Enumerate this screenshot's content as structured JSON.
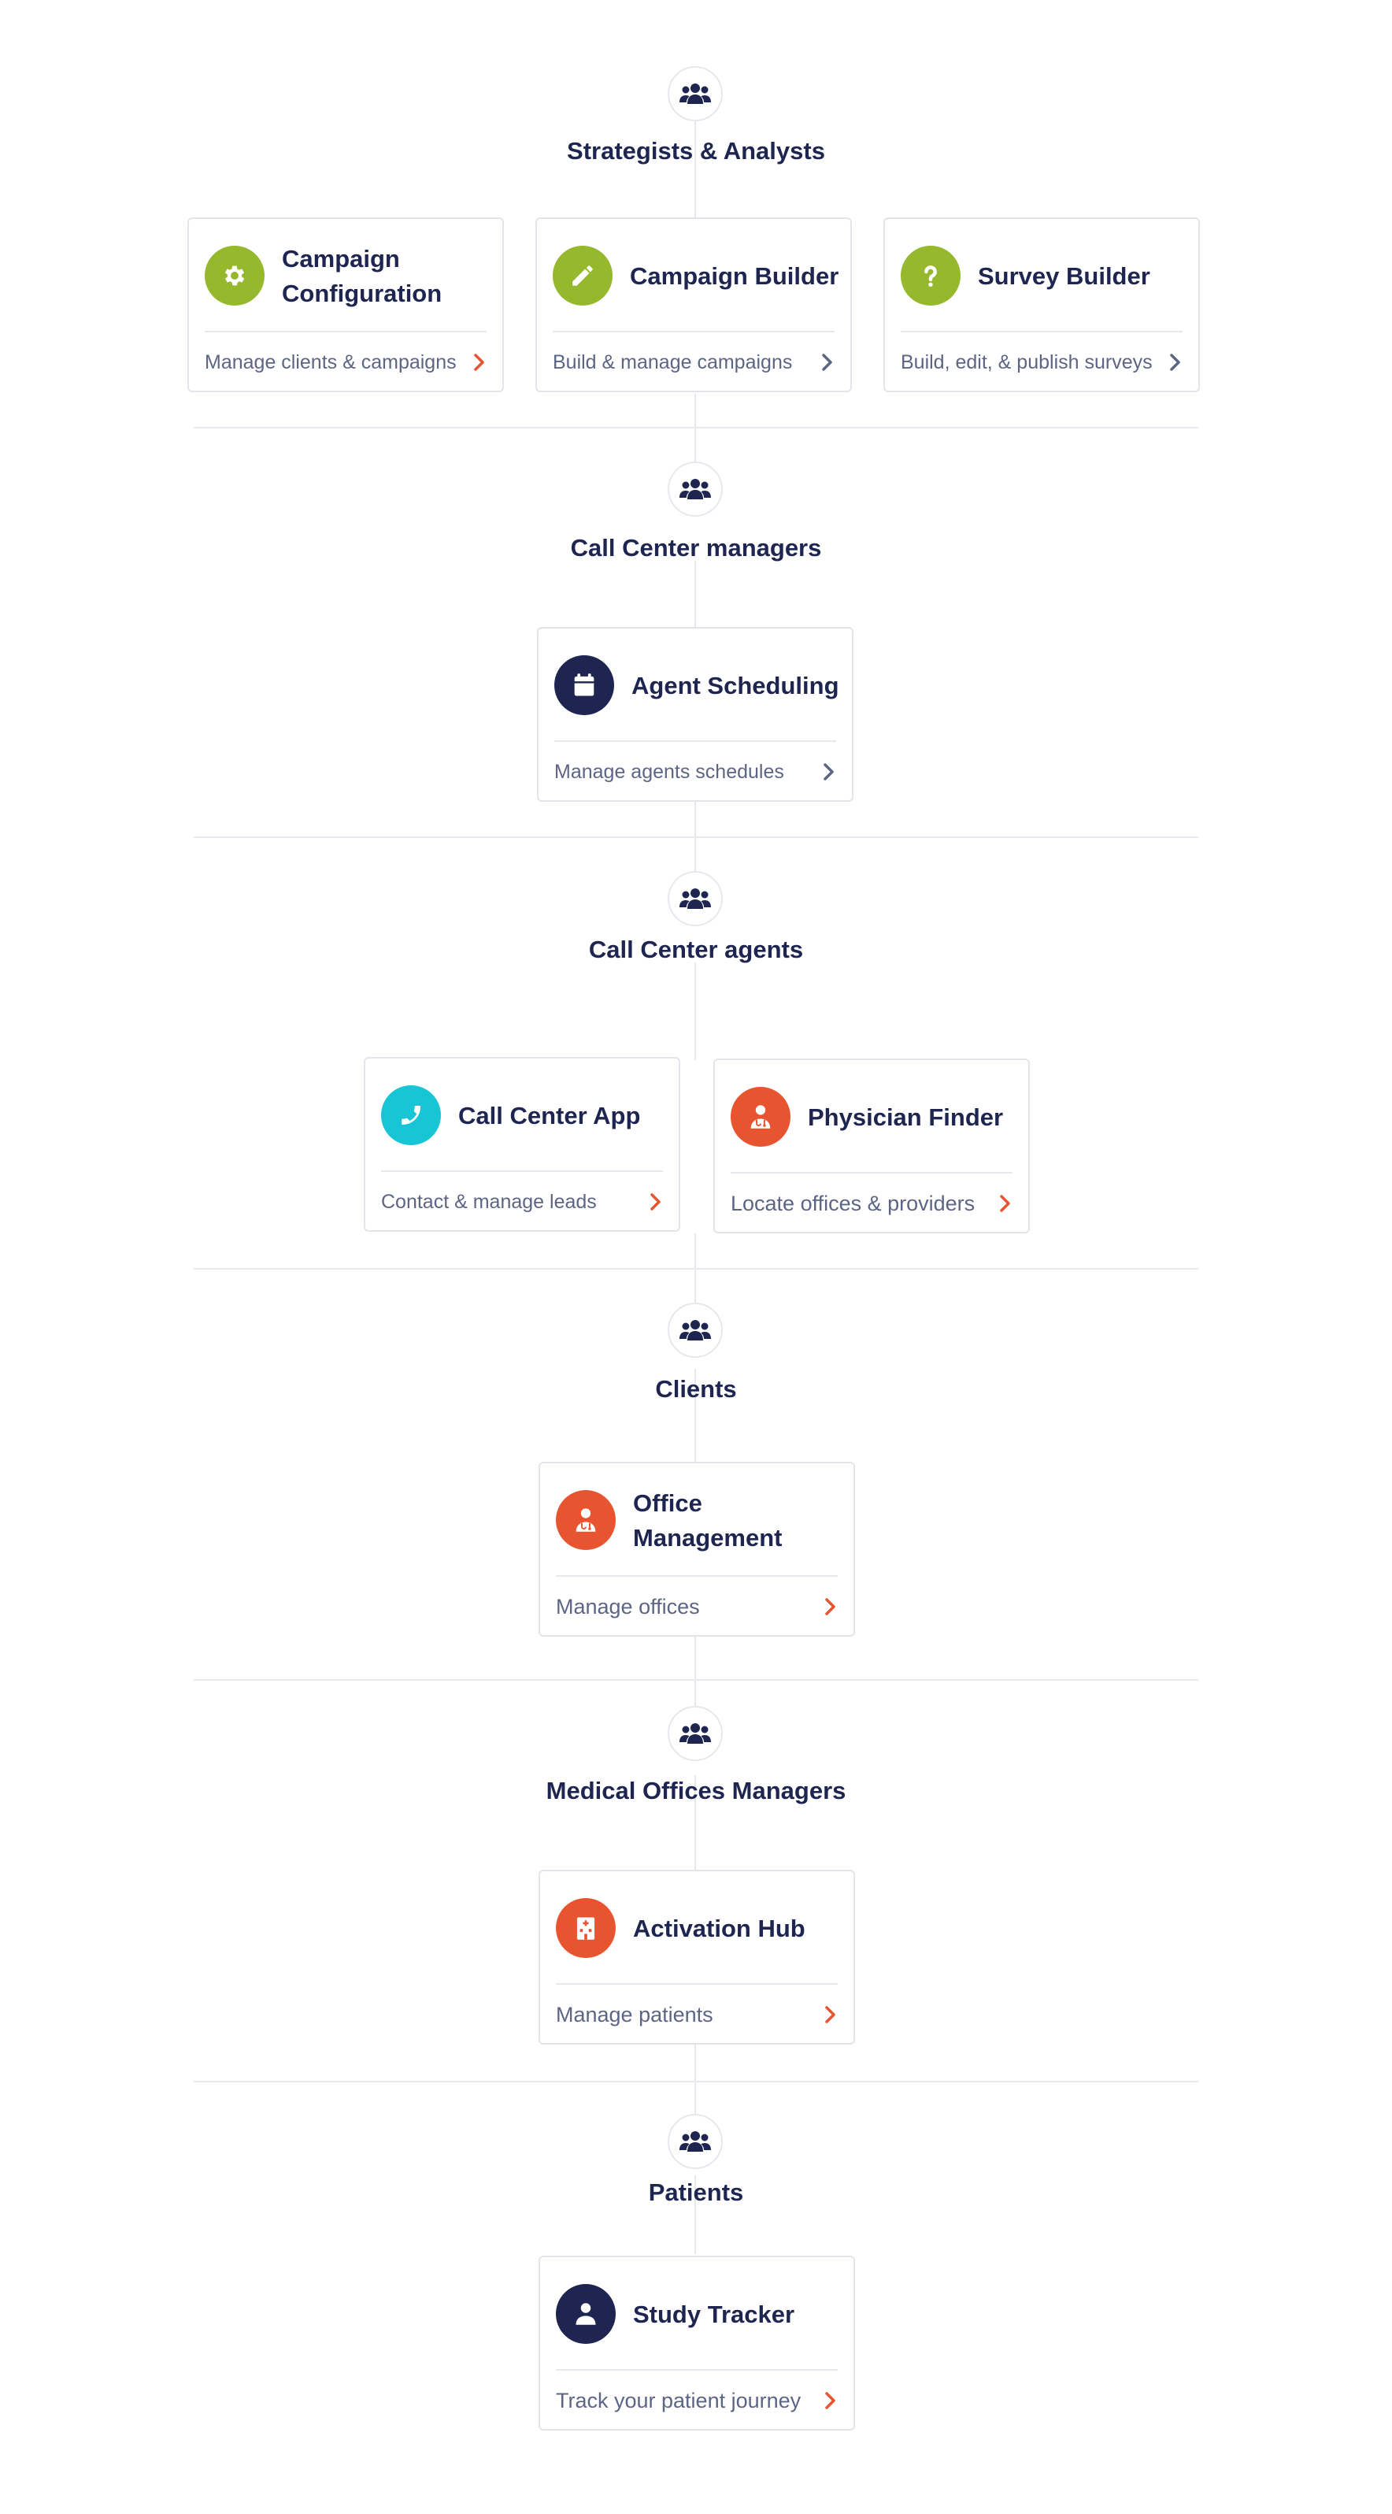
{
  "colors": {
    "green": "#95b82d",
    "navy": "#1d2550",
    "orange": "#e8542f",
    "cyan": "#17c5d6",
    "gray_chevron": "#5d6585",
    "line": "#e6e8ee"
  },
  "sections": [
    {
      "role_icon": "users-icon",
      "title": "Strategists & Analysts",
      "cards": [
        {
          "title": "Campaign Configuration",
          "description": "Manage clients & campaigns",
          "icon": "gear-icon"
        },
        {
          "title": "Campaign Builder",
          "description": "Build & manage campaigns",
          "icon": "pencil-icon"
        },
        {
          "title": "Survey Builder",
          "description": "Build, edit, & publish surveys",
          "icon": "question-icon"
        }
      ]
    },
    {
      "role_icon": "users-icon",
      "title": "Call Center managers",
      "cards": [
        {
          "title": "Agent Scheduling",
          "description": "Manage agents schedules",
          "icon": "calendar-icon"
        }
      ]
    },
    {
      "role_icon": "users-icon",
      "title": "Call Center agents",
      "cards": [
        {
          "title": "Call Center App",
          "description": "Contact & manage leads",
          "icon": "phone-icon"
        },
        {
          "title": "Physician Finder",
          "description": "Locate offices & providers",
          "icon": "doctor-icon"
        }
      ]
    },
    {
      "role_icon": "users-icon",
      "title": "Clients",
      "cards": [
        {
          "title": "Office Management",
          "description": "Manage offices",
          "icon": "doctor-icon"
        }
      ]
    },
    {
      "role_icon": "users-icon",
      "title": "Medical Offices Managers",
      "cards": [
        {
          "title": "Activation Hub",
          "description": "Manage patients",
          "icon": "hospital-icon"
        }
      ]
    },
    {
      "role_icon": "users-icon",
      "title": "Patients",
      "cards": [
        {
          "title": "Study Tracker",
          "description": "Track your patient journey",
          "icon": "user-icon"
        }
      ]
    }
  ]
}
